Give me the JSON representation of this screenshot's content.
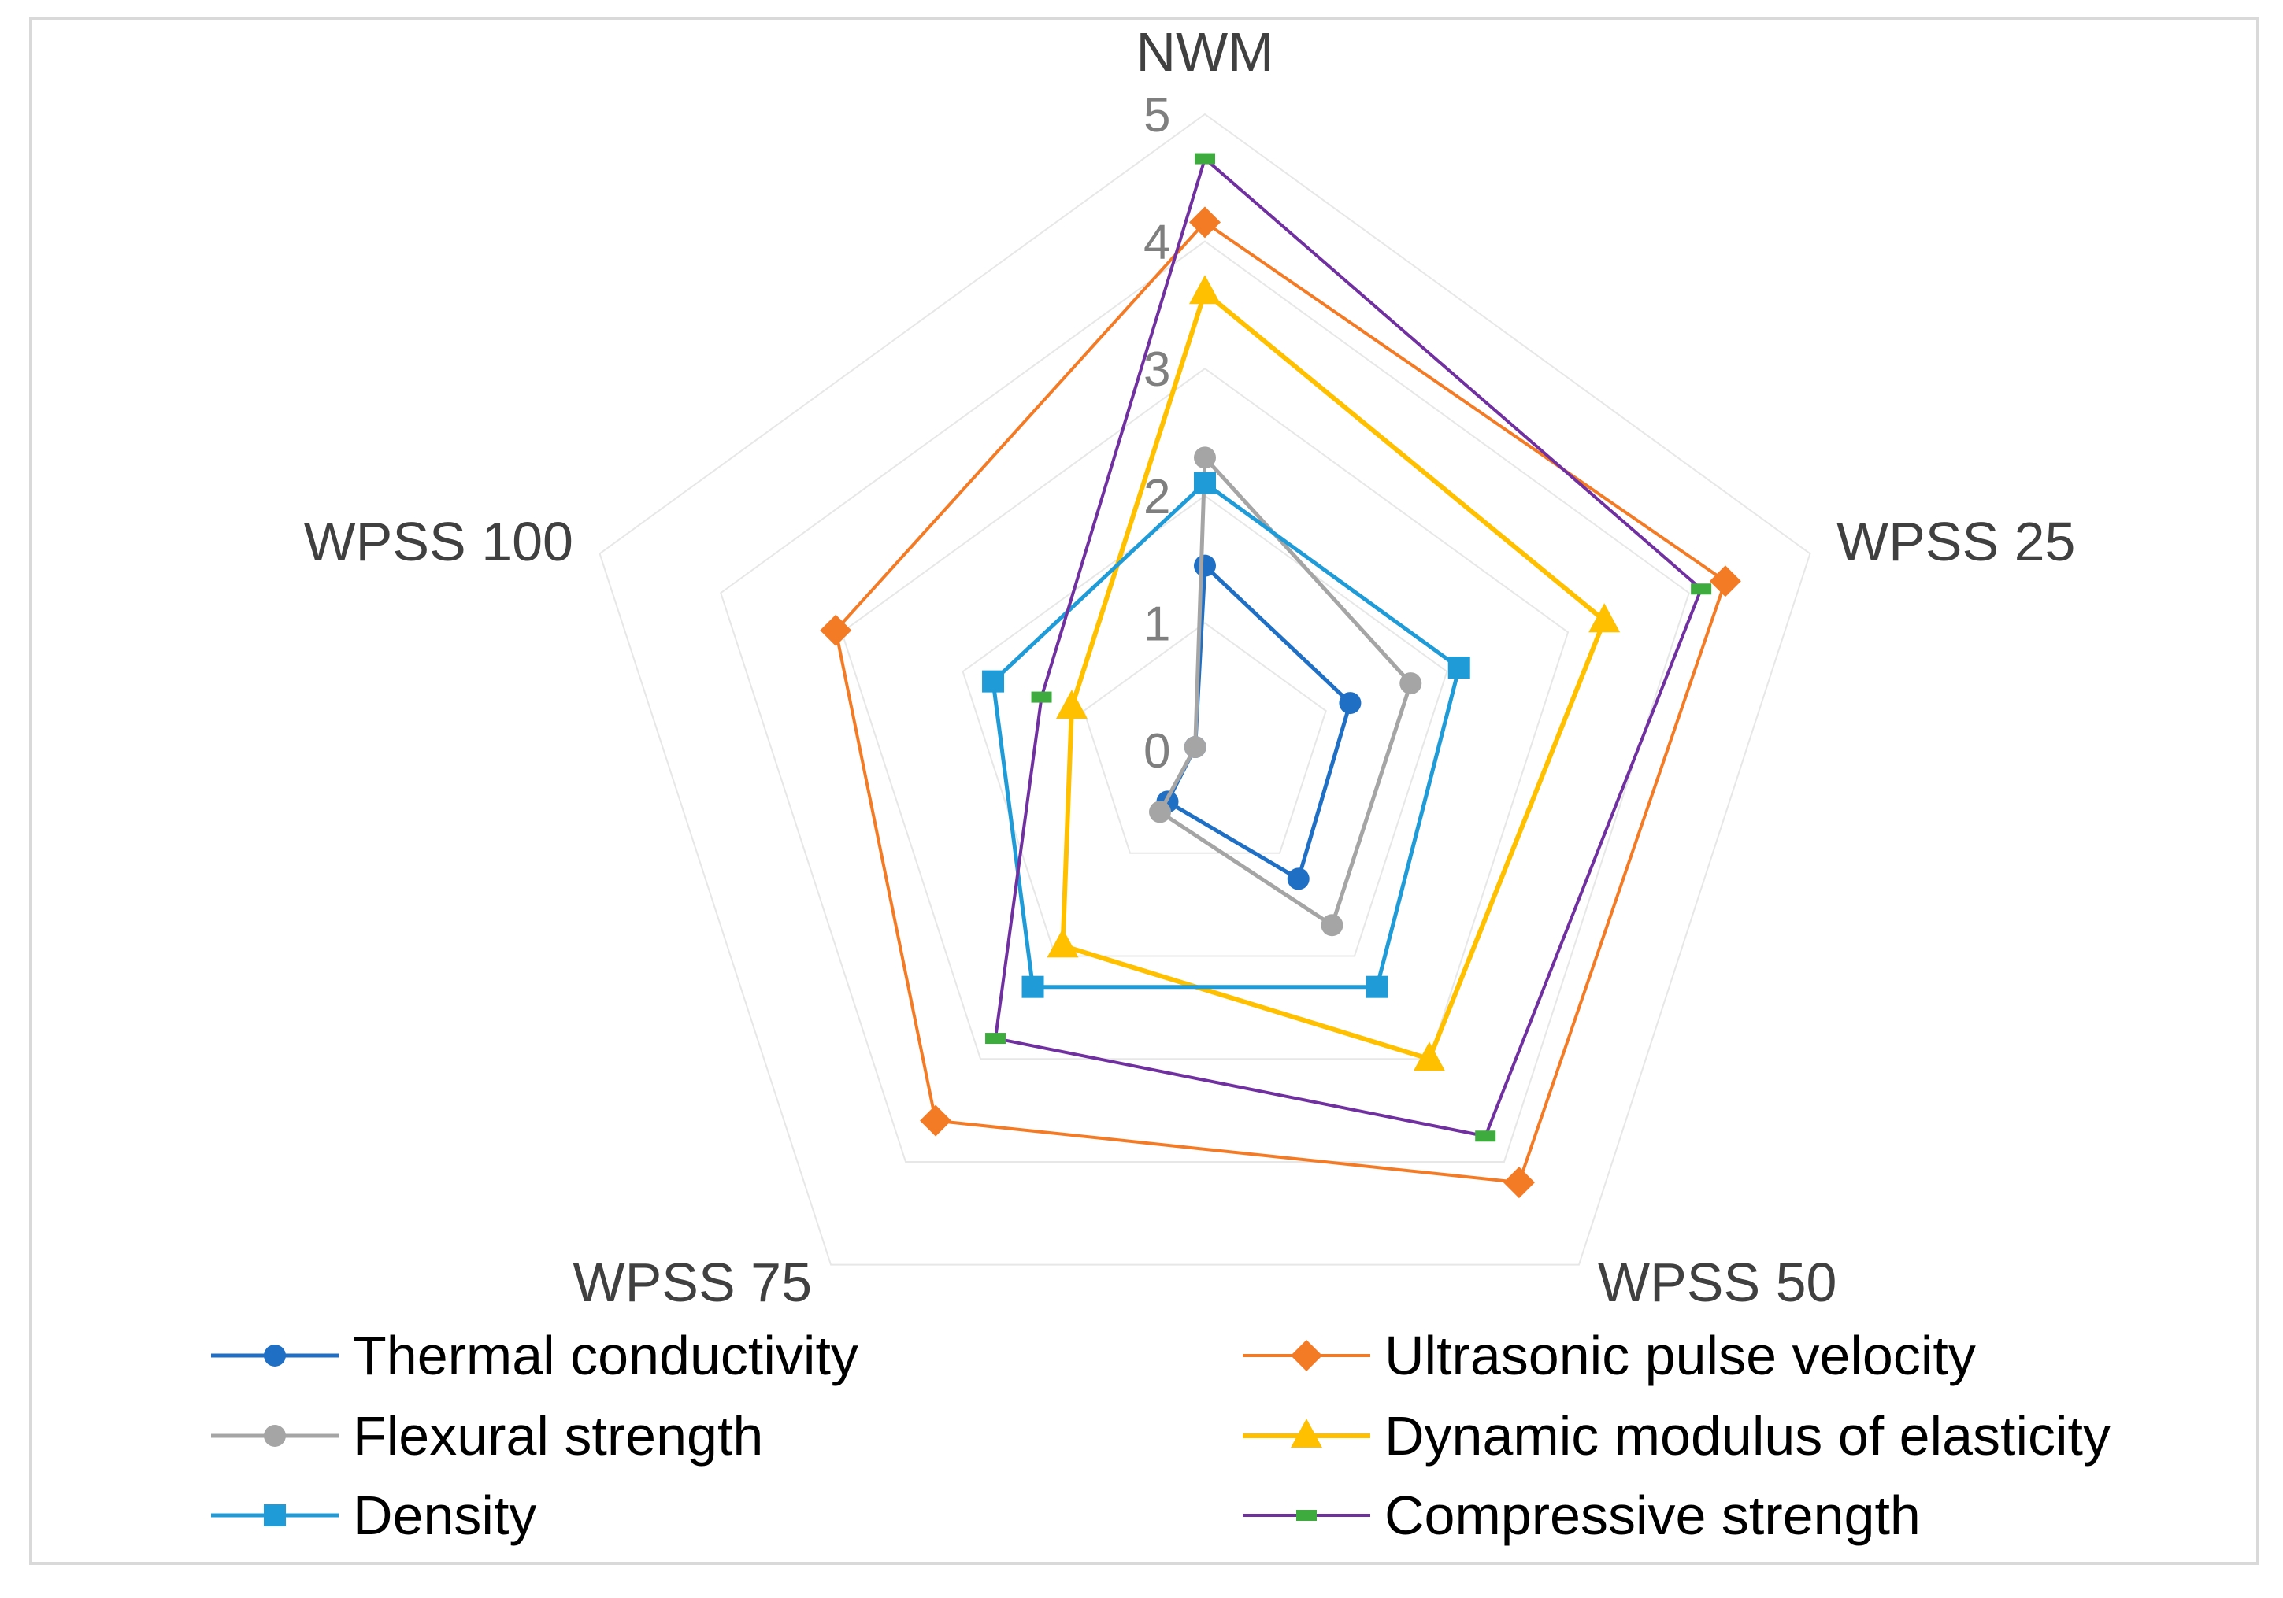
{
  "chart_data": {
    "type": "radar",
    "categories": [
      "NWM",
      "WPSS 25",
      "WPSS 50",
      "WPSS 75",
      "WPSS 100"
    ],
    "rlim": [
      0,
      5
    ],
    "rticks": [
      "0",
      "1",
      "2",
      "3",
      "4",
      "5"
    ],
    "grid": true,
    "legend_position": "bottom",
    "series": [
      {
        "name": "Thermal conductivity",
        "color": "#1f6fc5",
        "marker": "circle",
        "values": [
          1.45,
          1.2,
          1.25,
          0.5,
          0.08
        ]
      },
      {
        "name": "Ultrasonic pulse velocity",
        "color": "#f47b25",
        "marker": "diamond",
        "values": [
          4.15,
          4.3,
          4.2,
          3.6,
          3.05
        ]
      },
      {
        "name": "Flexural strength",
        "color": "#a5a5a5",
        "marker": "circle",
        "values": [
          2.3,
          1.7,
          1.7,
          0.6,
          0.08
        ]
      },
      {
        "name": "Dynamic modulus of elasticity",
        "color": "#ffc000",
        "marker": "triangle",
        "values": [
          3.6,
          3.3,
          3.0,
          1.9,
          1.1
        ]
      },
      {
        "name": "Density",
        "color": "#1f9bd7",
        "marker": "square",
        "values": [
          2.1,
          2.1,
          2.3,
          2.3,
          1.75
        ]
      },
      {
        "name": "Compressive strength",
        "color": "#7030a0",
        "marker": "dash",
        "marker_color": "#3eab3e",
        "values": [
          4.65,
          4.1,
          3.75,
          2.8,
          1.35
        ]
      }
    ]
  }
}
